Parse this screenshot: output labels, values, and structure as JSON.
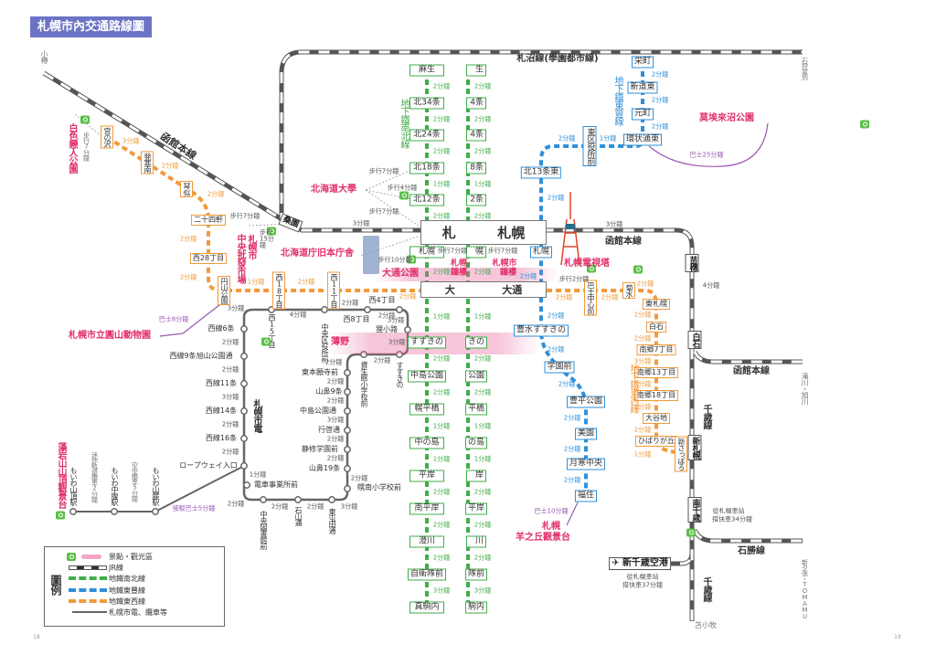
{
  "title": "札幌市內交通路線圖",
  "page_numbers": [
    "18",
    "19"
  ],
  "colors": {
    "namboku": "#3fae49",
    "toho": "#2f8fd8",
    "tozai": "#f29a3a",
    "tram": "#666666",
    "poi": "#e0306a",
    "bus": "#9b59b6",
    "title_bg": "#6b74c4"
  },
  "namboku": {
    "line_label": "地下鐵南北線",
    "stations_left": [
      "麻生",
      "北34条",
      "北24条",
      "北18条",
      "北12条",
      "札幌",
      "すすきの",
      "中島公園",
      "幌平橋",
      "中の島",
      "平岸",
      "南平岸",
      "澄川",
      "自衛隊前",
      "真駒内"
    ],
    "stations_right": [
      "生",
      "4条",
      "4条",
      "8条",
      "2条",
      "幌",
      "きの",
      "公園",
      "平橋",
      "の島",
      "岸",
      "平岸",
      "川",
      "隊前",
      "駒内"
    ],
    "times": [
      "2分鐘",
      "2分鐘",
      "2分鐘",
      "1分鐘",
      "2分鐘",
      "2分鐘",
      "1分鐘",
      "2分鐘",
      "2分鐘",
      "1分鐘",
      "1分鐘",
      "2分鐘",
      "2分鐘",
      "2分鐘",
      "3分鐘"
    ]
  },
  "hub": {
    "sapporo_left": "札",
    "sapporo_right": "札幌",
    "odori_left": "大",
    "odori_right": "大通"
  },
  "toho": {
    "line_label": "地下鐵東豐線",
    "stations": [
      "栄町",
      "新道東",
      "元町",
      "環状通東",
      "東区役所前",
      "北13条東",
      "札幌",
      "豊水すすきの",
      "学園前",
      "豊平公園",
      "美園",
      "月寒中央",
      "福住"
    ],
    "times": [
      "2分鐘",
      "2分鐘",
      "2分鐘",
      "1分鐘",
      "2分鐘",
      "2分鐘",
      "2分鐘",
      "2分鐘",
      "2分鐘",
      "2分鐘",
      "2分鐘",
      "2分鐘",
      "2分鐘"
    ]
  },
  "tozai": {
    "line_label": "地下鐵東西線",
    "stations": [
      "宮の沢",
      "発寒南",
      "琴似",
      "二十四軒",
      "西28丁目",
      "円山公園",
      "西18丁目",
      "西11丁目",
      "巴士中心前",
      "菊水",
      "東札幌",
      "白石",
      "南郷7丁目",
      "南郷13丁目",
      "南郷18丁目",
      "大谷地",
      "ひばりが丘",
      "新さっぽろ"
    ],
    "times": [
      "3分鐘",
      "2分鐘",
      "2分鐘",
      "2分鐘",
      "2分鐘",
      "1分鐘",
      "2分鐘",
      "2分鐘",
      "2分鐘",
      "2分鐘",
      "2分鐘",
      "2分鐘",
      "2分鐘",
      "3分鐘",
      "2分鐘",
      "2分鐘",
      "2分鐘",
      "1分鐘"
    ]
  },
  "tram": {
    "line_label": "札幌市電",
    "stops": [
      "西4丁目",
      "西8丁目",
      "中央区役所前",
      "西15丁目",
      "西線6条",
      "西線9条旭山公園通",
      "西線11条",
      "西線14条",
      "西線16条",
      "ロープウェイ入口",
      "電車事業所前",
      "中央図書館前",
      "石山通",
      "東屯田通",
      "幌南小学校前",
      "山鼻19条",
      "静修学園前",
      "行啓通",
      "中島公園通",
      "山鼻9条",
      "東本願寺前",
      "資生館小学校前",
      "すすきの",
      "狸小路"
    ],
    "times": [
      "2分鐘",
      "2分鐘",
      "4分鐘",
      "3分鐘",
      "2分鐘",
      "2分鐘",
      "3分鐘",
      "2分鐘",
      "2分鐘",
      "1分鐘",
      "2分鐘",
      "2分鐘",
      "2分鐘",
      "3分鐘",
      "2分鐘",
      "2分鐘",
      "2分鐘",
      "3分鐘",
      "2分鐘",
      "2分鐘",
      "2分鐘",
      "2分鐘",
      "3分鐘",
      "3分鐘"
    ]
  },
  "ropeway": {
    "stations": [
      "もいわ山頂駅",
      "もいわ中腹駅",
      "もいわ山麓駅"
    ],
    "minicar": "迷你軌道纜車2分鐘",
    "cable": "空中纜車5分鐘",
    "shuttle": "接駁巴士5分鐘"
  },
  "jr": {
    "hakodate": "函館本線",
    "sassho": "札沼線(學園都市線)",
    "chitose": "千歳線",
    "sekisho": "石勝線",
    "stations": {
      "soen": "桑園",
      "naebo": "苗穗",
      "shiroishi": "白石",
      "shin_sapporo": "新札幌",
      "minami_chitose": "南千歳",
      "airport": "新千歳空港"
    },
    "terminals": {
      "otaru": "小樽",
      "tobetsu": "石狩當別",
      "asahikawa": "滝川・旭川",
      "tomamu": "新夕張・TOMAMU",
      "tomakomai": "苫小牧"
    },
    "times": {
      "soen_sapporo": "3分鐘",
      "sapporo_naebo": "3分鐘",
      "naebo_shiroishi": "4分鐘"
    },
    "note_minami_chitose": [
      "從札幌車站",
      "搭快車34分鐘"
    ],
    "note_airport": [
      "從札幌車站",
      "搭快車37分鐘"
    ]
  },
  "poi": {
    "shiroi": {
      "name": "白色戀人公園",
      "walk": "步行7分鐘"
    },
    "market": {
      "name1": "札幌市",
      "name2": "中央批發市場",
      "walk1": "步行7分鐘",
      "walk2": "步行15分鐘"
    },
    "hokudai": {
      "name": "北海道大學",
      "walk1": "步行7分鐘",
      "walk2": "步行4分鐘",
      "walk3": "步行7分鐘"
    },
    "chosha": {
      "name": "北海道庁旧本庁舎",
      "walk": "步行10分鐘"
    },
    "odori": {
      "name": "大通公園"
    },
    "clock": {
      "name1": "札幌市",
      "name2": "鐘樓",
      "dup1": "札幌",
      "dup2": "鐘樓",
      "walk1": "步行7分鐘",
      "walk2": "步行7分鐘"
    },
    "tv": {
      "name": "札幌電視塔",
      "walk": "步行2分鐘"
    },
    "susukino": {
      "name": "薄野"
    },
    "moerenuma": {
      "name": "莫埃來沼公園",
      "bus": "巴士25分鐘"
    },
    "zoo": {
      "name": "札幌市立圓山動物園",
      "bus": "巴士8分鐘"
    },
    "hitsujigaoka": {
      "name1": "札幌",
      "name2": "羊之丘觀景台",
      "bus": "巴士10分鐘"
    },
    "moiwa": {
      "name": "藻岩山山頂觀景台"
    }
  },
  "legend": {
    "title": "圖例",
    "items": [
      "景點・觀光區",
      "JR線",
      "地鐵南北線",
      "地鐵東豐線",
      "地鐵東西線",
      "札幌市電、纜車等"
    ]
  }
}
